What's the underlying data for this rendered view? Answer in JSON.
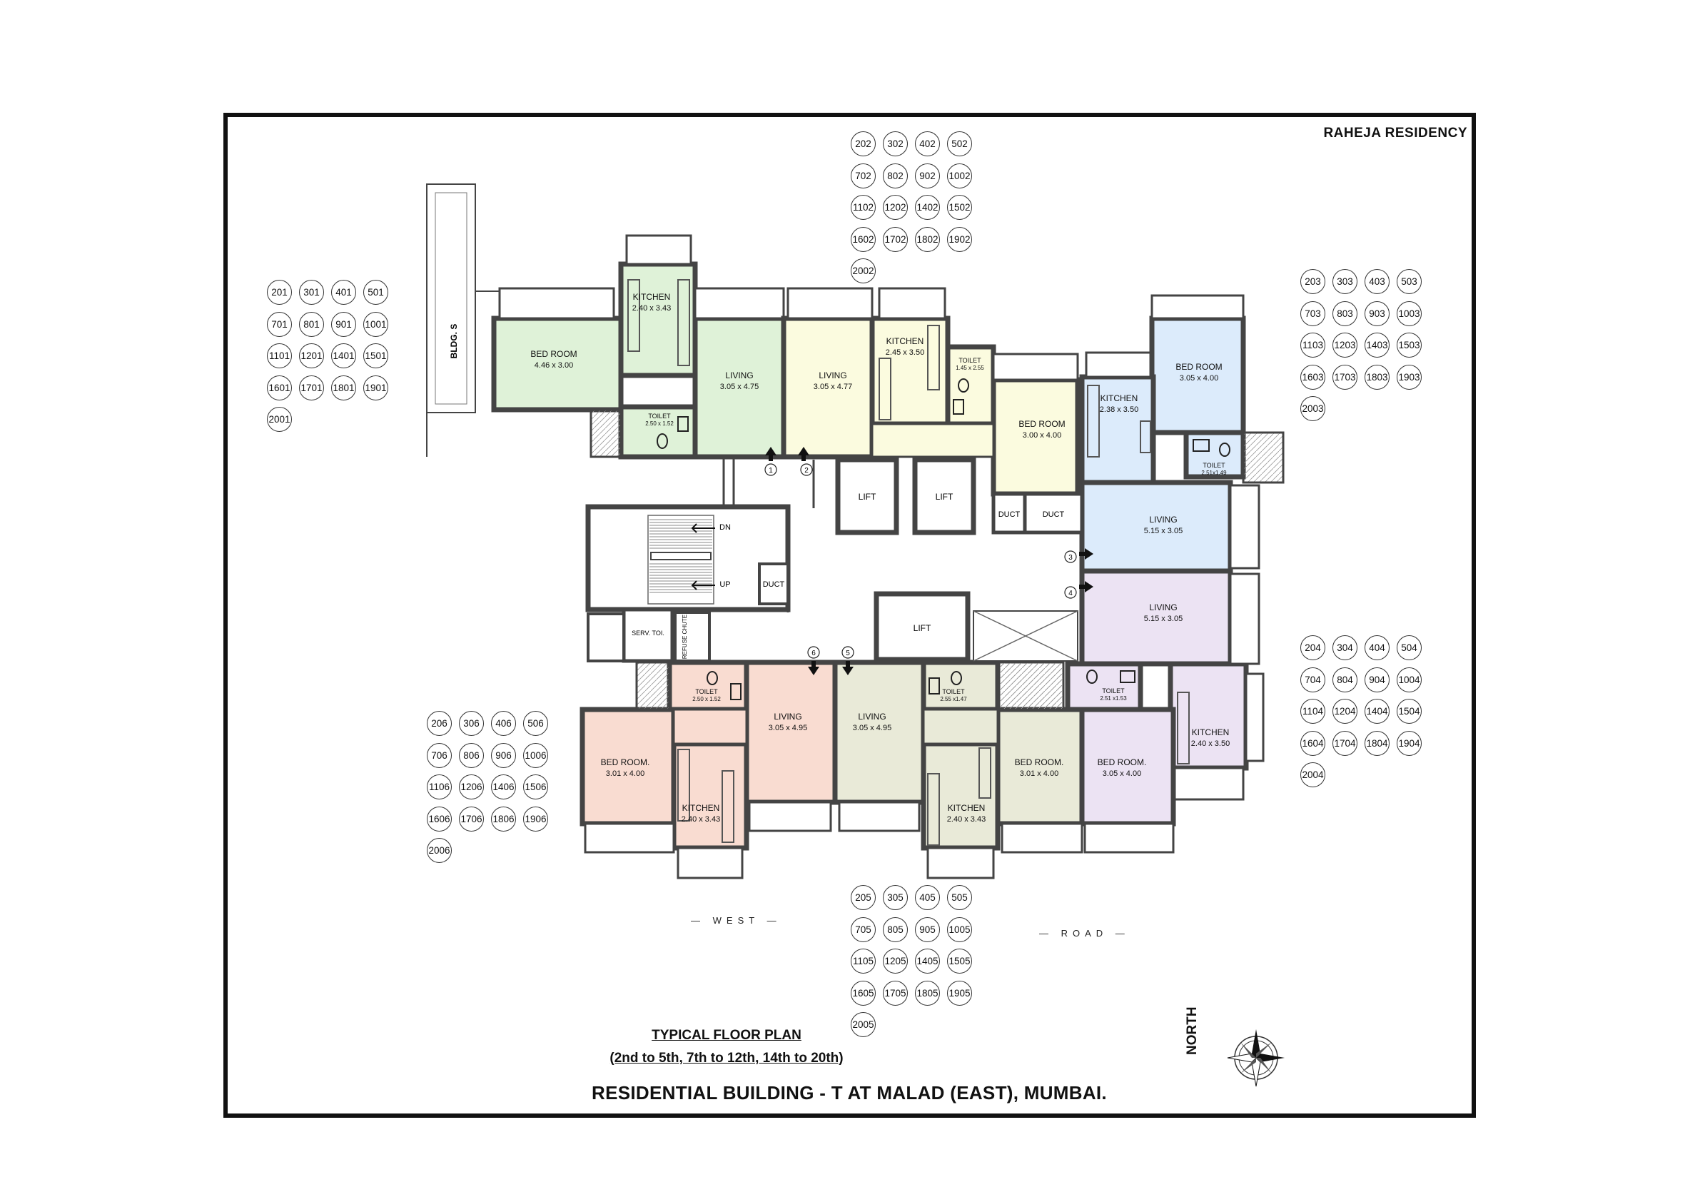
{
  "project_name": "RAHEJA RESIDENCY",
  "title": {
    "line1": "TYPICAL FLOOR PLAN",
    "line2": "(2nd to 5th, 7th to 12th, 14th to 20th)",
    "line3": "RESIDENTIAL BUILDING - T  AT MALAD (EAST), MUMBAI."
  },
  "directions": {
    "west": "WEST",
    "road": "ROAD",
    "north": "NORTH"
  },
  "adjacent_building": "BLDG. S",
  "units": {
    "flat1": [
      "201",
      "301",
      "401",
      "501",
      "701",
      "801",
      "901",
      "1001",
      "1101",
      "1201",
      "1401",
      "1501",
      "1601",
      "1701",
      "1801",
      "1901",
      "2001"
    ],
    "flat2": [
      "202",
      "302",
      "402",
      "502",
      "702",
      "802",
      "902",
      "1002",
      "1102",
      "1202",
      "1402",
      "1502",
      "1602",
      "1702",
      "1802",
      "1902",
      "2002"
    ],
    "flat3": [
      "203",
      "303",
      "403",
      "503",
      "703",
      "803",
      "903",
      "1003",
      "1103",
      "1203",
      "1403",
      "1503",
      "1603",
      "1703",
      "1803",
      "1903",
      "2003"
    ],
    "flat4": [
      "204",
      "304",
      "404",
      "504",
      "704",
      "804",
      "904",
      "1004",
      "1104",
      "1204",
      "1404",
      "1504",
      "1604",
      "1704",
      "1804",
      "1904",
      "2004"
    ],
    "flat5": [
      "205",
      "305",
      "405",
      "505",
      "705",
      "805",
      "905",
      "1005",
      "1105",
      "1205",
      "1405",
      "1505",
      "1605",
      "1705",
      "1805",
      "1905",
      "2005"
    ],
    "flat6": [
      "206",
      "306",
      "406",
      "506",
      "706",
      "806",
      "906",
      "1006",
      "1106",
      "1206",
      "1406",
      "1506",
      "1606",
      "1706",
      "1806",
      "1906",
      "2006"
    ]
  },
  "rooms": {
    "f1_bed": {
      "name": "BED ROOM",
      "size": "4.46 x 3.00"
    },
    "f1_kitchen": {
      "name": "KITCHEN",
      "size": "2.40 x 3.43"
    },
    "f1_living": {
      "name": "LIVING",
      "size": "3.05 x 4.75"
    },
    "f1_toilet": {
      "name": "TOILET",
      "size": "2.50 x 1.52"
    },
    "f2_living": {
      "name": "LIVING",
      "size": "3.05 x 4.77"
    },
    "f2_kitchen": {
      "name": "KITCHEN",
      "size": "2.45 x 3.50"
    },
    "f2_toilet": {
      "name": "TOILET",
      "size": "1.45 x 2.55"
    },
    "f2_bed": {
      "name": "BED ROOM",
      "size": "3.00 x 4.00"
    },
    "f3_kitchen": {
      "name": "KITCHEN",
      "size": "2.38 x 3.50"
    },
    "f3_bed": {
      "name": "BED ROOM",
      "size": "3.05 x 4.00"
    },
    "f3_toilet": {
      "name": "TOILET",
      "size": "2.51x1.49"
    },
    "f3_living": {
      "name": "LIVING",
      "size": "5.15 x 3.05"
    },
    "f4_living": {
      "name": "LIVING",
      "size": "5.15 x 3.05"
    },
    "f4_toilet": {
      "name": "TOILET",
      "size": "2.51 x1.53"
    },
    "f4_kitchen": {
      "name": "KITCHEN",
      "size": "2.40 x 3.50"
    },
    "f4_bed": {
      "name": "BED ROOM.",
      "size": "3.05 x 4.00"
    },
    "f5_living": {
      "name": "LIVING",
      "size": "3.05 x 4.95"
    },
    "f5_toilet": {
      "name": "TOILET",
      "size": "2.55 x1.47"
    },
    "f5_bed": {
      "name": "BED ROOM.",
      "size": "3.01 x 4.00"
    },
    "f5_kitchen": {
      "name": "KITCHEN",
      "size": "2.40 x 3.43"
    },
    "f6_toilet": {
      "name": "TOILET",
      "size": "2.50 x 1.52"
    },
    "f6_living": {
      "name": "LIVING",
      "size": "3.05 x 4.95"
    },
    "f6_bed": {
      "name": "BED ROOM.",
      "size": "3.01 x 4.00"
    },
    "f6_kitchen": {
      "name": "KITCHEN",
      "size": "2.40 x 3.43"
    }
  },
  "core": {
    "lift": "LIFT",
    "duct": "DUCT",
    "dn": "DN",
    "up": "UP",
    "serv_toilet": "SERV. TOI.",
    "refuse_chute": "REFUSE CHUTE"
  },
  "entrances": [
    "1",
    "2",
    "3",
    "4",
    "5",
    "6"
  ],
  "colors": {
    "flat1": "#dff2d8",
    "flat2": "#fbfbdf",
    "flat3": "#dcebfb",
    "flat4": "#ece3f3",
    "flat5": "#e9ead8",
    "flat6": "#f9dcd1",
    "wall": "#4a4a4a",
    "line": "#222222"
  }
}
